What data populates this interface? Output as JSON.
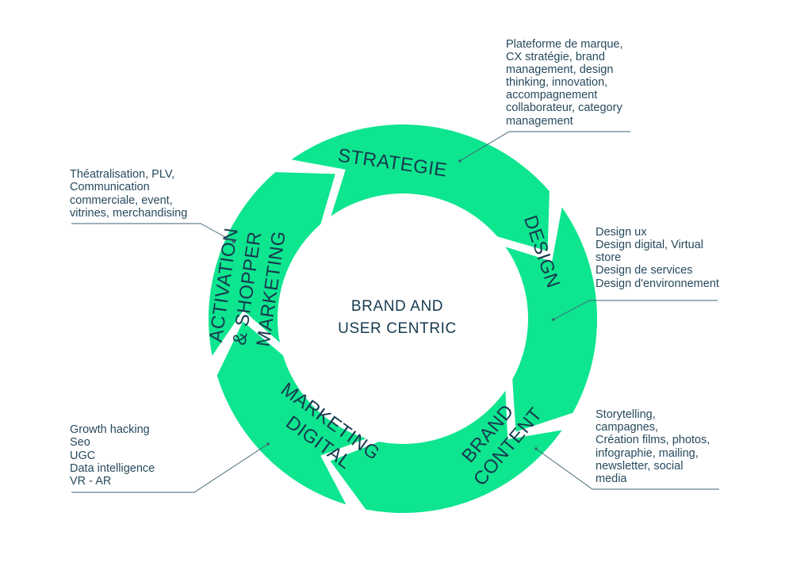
{
  "center": {
    "line1": "BRAND AND",
    "line2": "USER CENTRIC"
  },
  "colors": {
    "segment": "#0ee58f",
    "text": "#173a4f",
    "leader": "#3f6171"
  },
  "segments": {
    "strategie": {
      "lines": [
        "STRATEGIE"
      ]
    },
    "design": {
      "lines": [
        "DESIGN"
      ]
    },
    "brand_content": {
      "lines": [
        "BRAND",
        "CONTENT"
      ]
    },
    "marketing_digital": {
      "lines": [
        "MARKETING",
        "DIGITAL"
      ]
    },
    "activation": {
      "lines": [
        "ACTIVATION",
        "& SHOPPER",
        "MARKETING"
      ]
    }
  },
  "descriptions": {
    "strategie": [
      "Plateforme de marque,",
      "CX stratégie, brand",
      "management, design",
      "thinking, innovation,",
      "accompagnement",
      "collaborateur, category",
      "management"
    ],
    "design": [
      "Design ux",
      "Design digital, Virtual",
      "store",
      "Design de services",
      "Design d'environnement"
    ],
    "brand_content": [
      "Storytelling,",
      "campagnes,",
      "Création films, photos,",
      "infographie, mailing,",
      "newsletter, social",
      "media"
    ],
    "marketing_digital": [
      "Growth hacking",
      "Seo",
      "UGC",
      "Data intelligence",
      "VR - AR"
    ],
    "activation": [
      "Théatralisation, PLV,",
      "Communication",
      "commerciale, event,",
      "vitrines, merchandising"
    ]
  }
}
